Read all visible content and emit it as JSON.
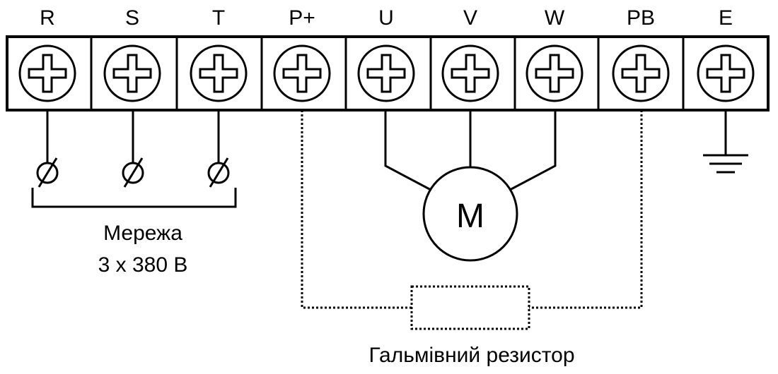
{
  "terminals": [
    {
      "label": "R"
    },
    {
      "label": "S"
    },
    {
      "label": "T"
    },
    {
      "label": "P+"
    },
    {
      "label": "U"
    },
    {
      "label": "V"
    },
    {
      "label": "W"
    },
    {
      "label": "PB"
    },
    {
      "label": "E"
    }
  ],
  "mains": {
    "line1": "Мережа",
    "line2": "3 х 380 В"
  },
  "motor": {
    "letter": "M"
  },
  "brake": {
    "caption": "Гальмівний резистор"
  }
}
